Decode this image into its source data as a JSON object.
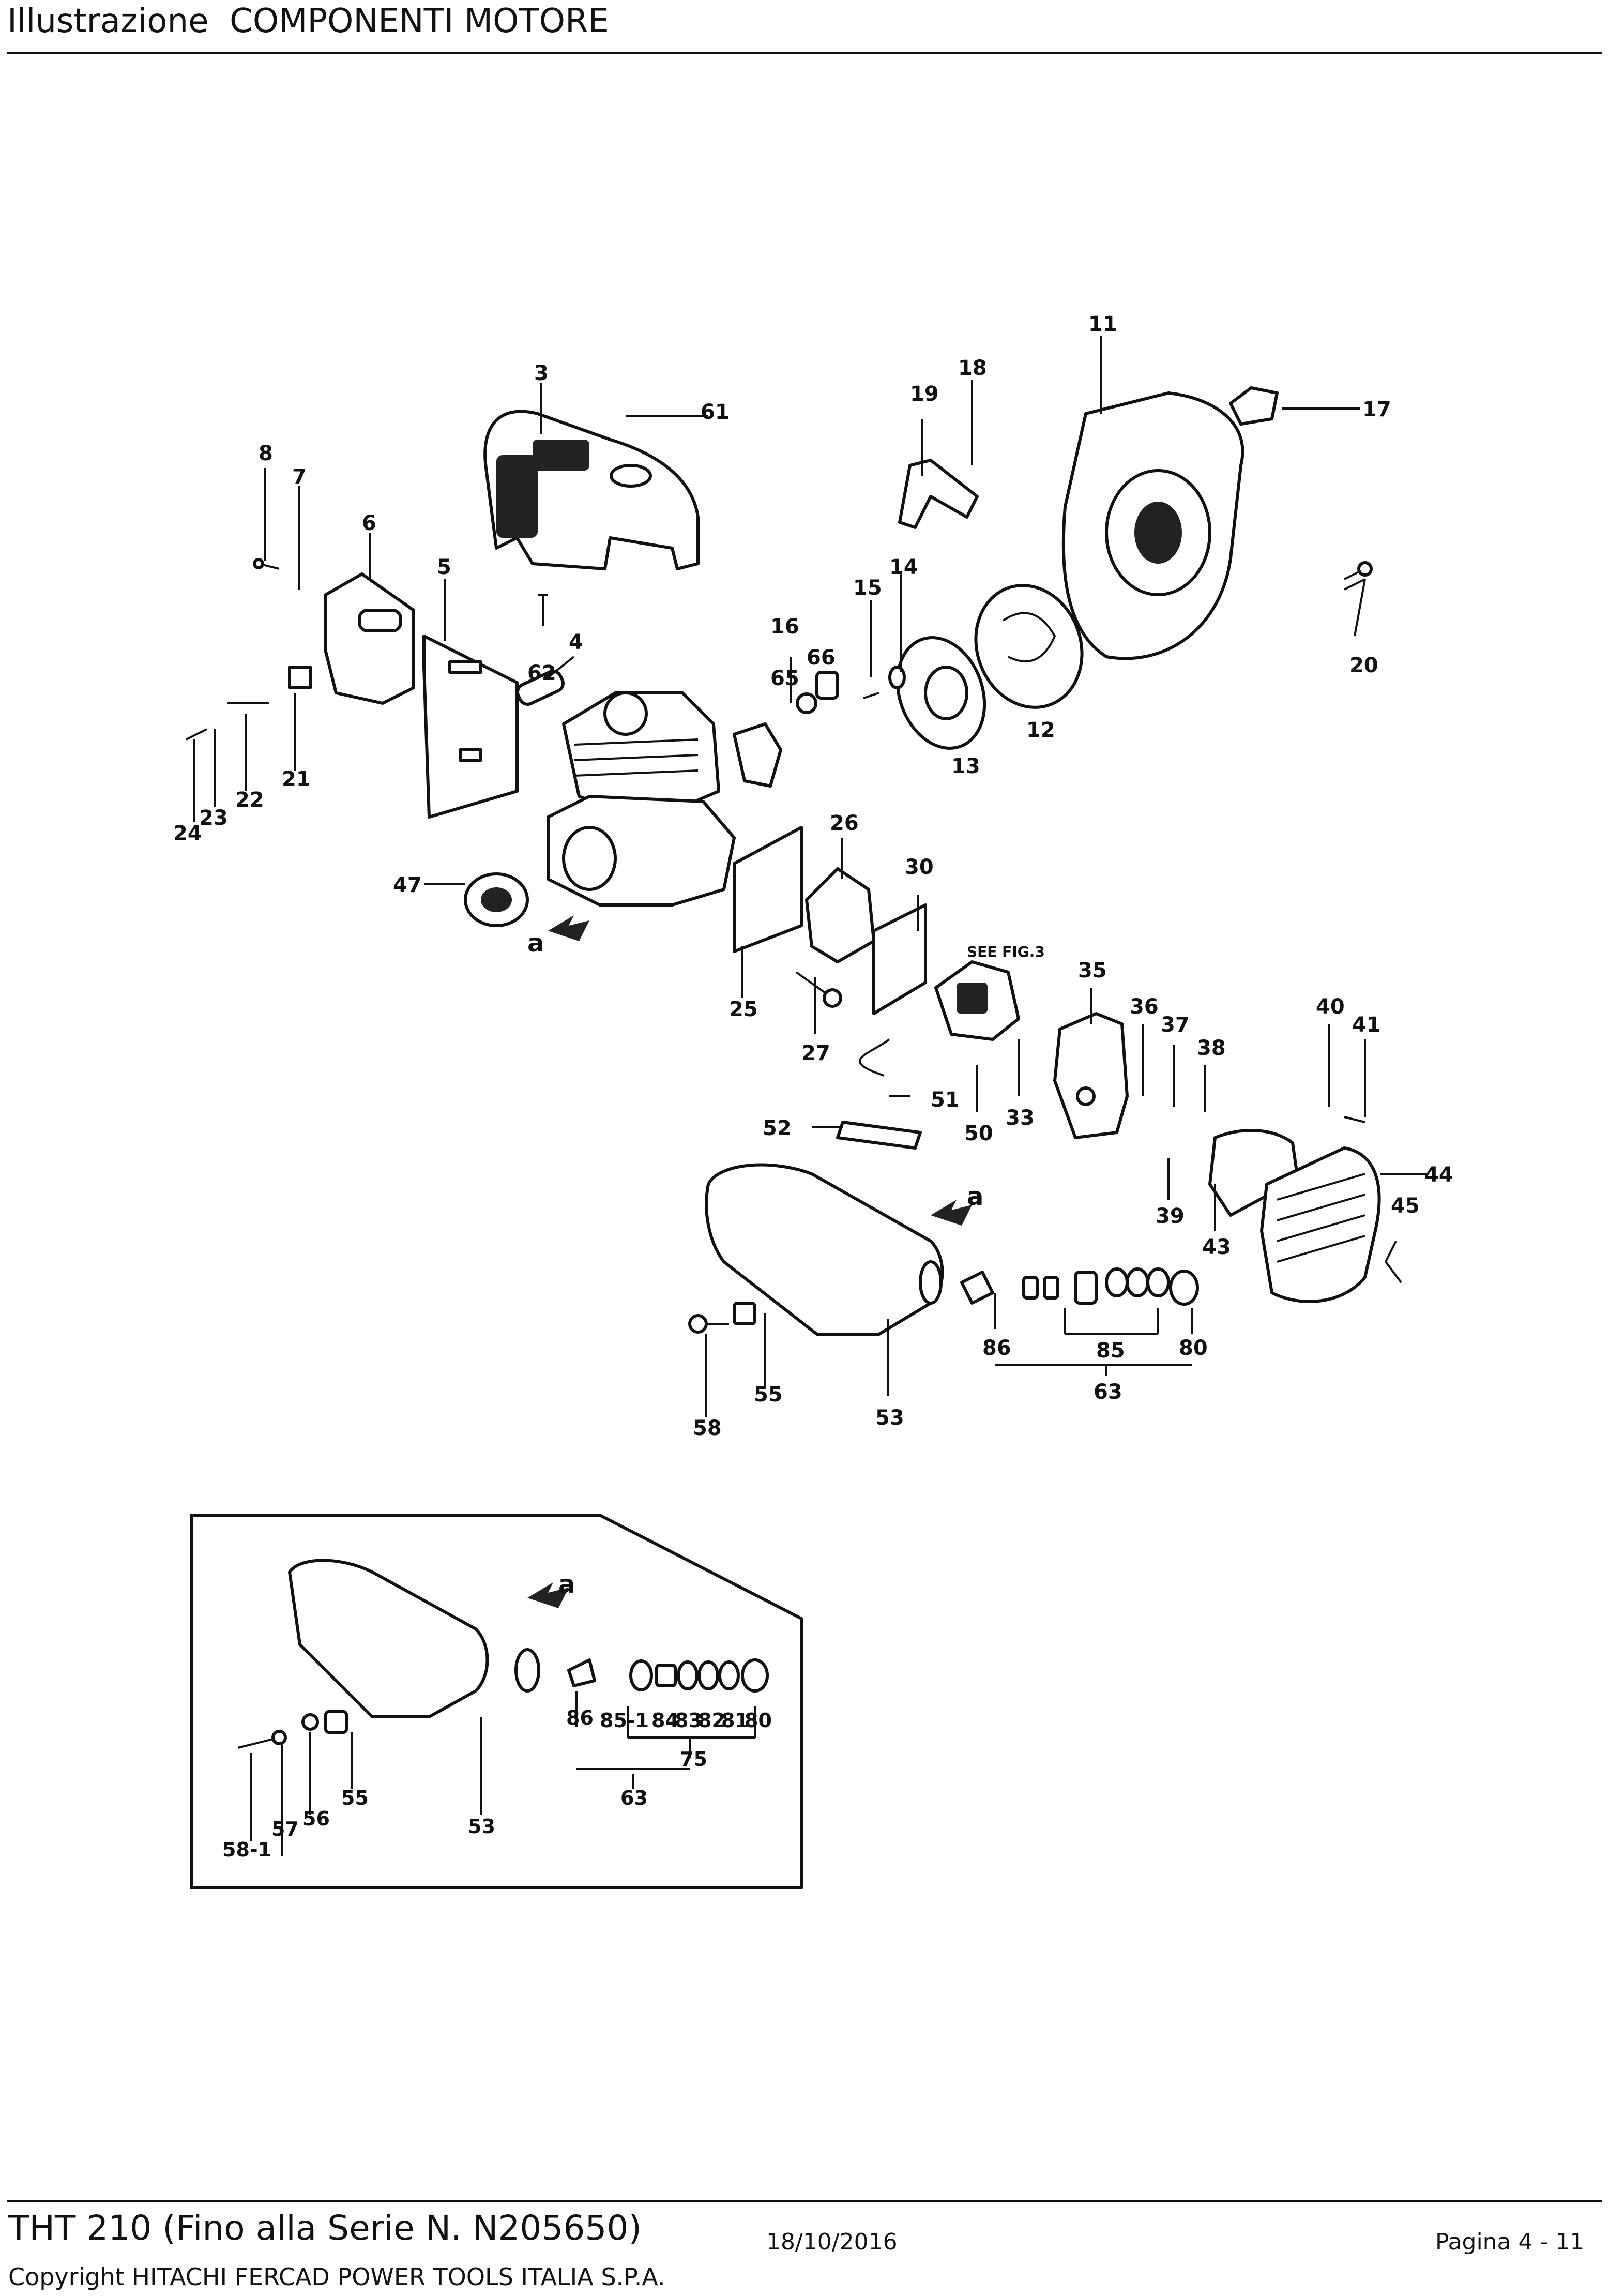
{
  "header": {
    "title": "Illustrazione  COMPONENTI MOTORE"
  },
  "footer": {
    "model": "THT 210 (Fino alla Serie N. N205650)",
    "date": "18/10/2016",
    "page": "Pagina 4 - 11",
    "copyright": "Copyright HITACHI FERCAD POWER TOOLS ITALIA S.P.A."
  },
  "diagram": {
    "see_fig": "SEE FIG.3",
    "arrow_label": "a",
    "main_callouts": [
      "3",
      "61",
      "8",
      "7",
      "6",
      "5",
      "62",
      "4",
      "16",
      "65",
      "66",
      "15",
      "14",
      "13",
      "12",
      "11",
      "17",
      "18",
      "19",
      "20",
      "21",
      "22",
      "23",
      "24",
      "47",
      "26",
      "25",
      "27",
      "30",
      "35",
      "36",
      "37",
      "38",
      "40",
      "41",
      "33",
      "51",
      "50",
      "52",
      "53",
      "55",
      "58",
      "86",
      "85",
      "80",
      "63",
      "39",
      "43",
      "44",
      "45"
    ],
    "inset_callouts": [
      "53",
      "55",
      "56",
      "57",
      "58-1",
      "86",
      "85-1",
      "84",
      "83",
      "82",
      "81",
      "80",
      "75",
      "63"
    ]
  }
}
